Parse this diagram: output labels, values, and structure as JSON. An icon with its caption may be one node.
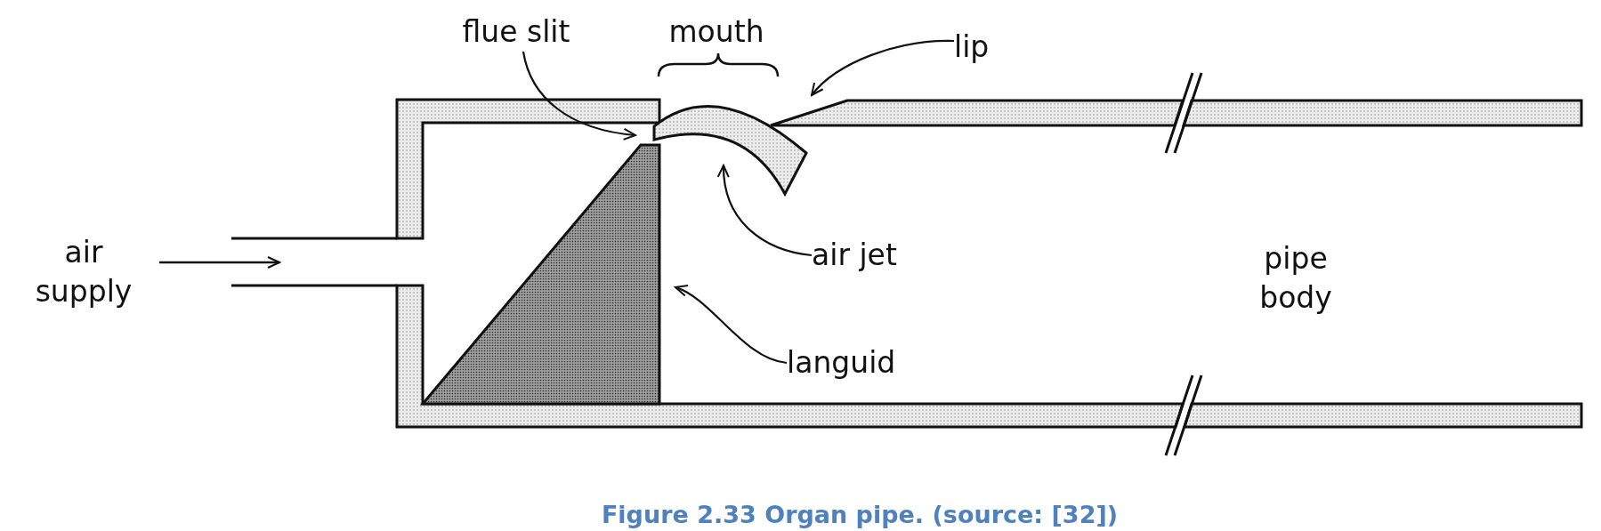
{
  "diagram": {
    "caption": "Figure 2.33 Organ pipe. (source: [32])",
    "nodes": [
      {
        "text": [
          "flue slit"
        ]
      },
      {
        "text": [
          "lip"
        ]
      },
      {
        "text": [
          "air jet"
        ]
      },
      {
        "text": [
          "languid"
        ]
      }
    ],
    "edges": [
      {
        "from": 0,
        "to": null,
        "arrow": "to"
      },
      {
        "from": 1,
        "to": null,
        "arrow": "to"
      },
      {
        "from": 2,
        "to": null,
        "arrow": "to"
      },
      {
        "from": 3,
        "to": null,
        "arrow": "to"
      }
    ],
    "labels": [
      "mouth",
      "air supply",
      "pipe body"
    ]
  }
}
